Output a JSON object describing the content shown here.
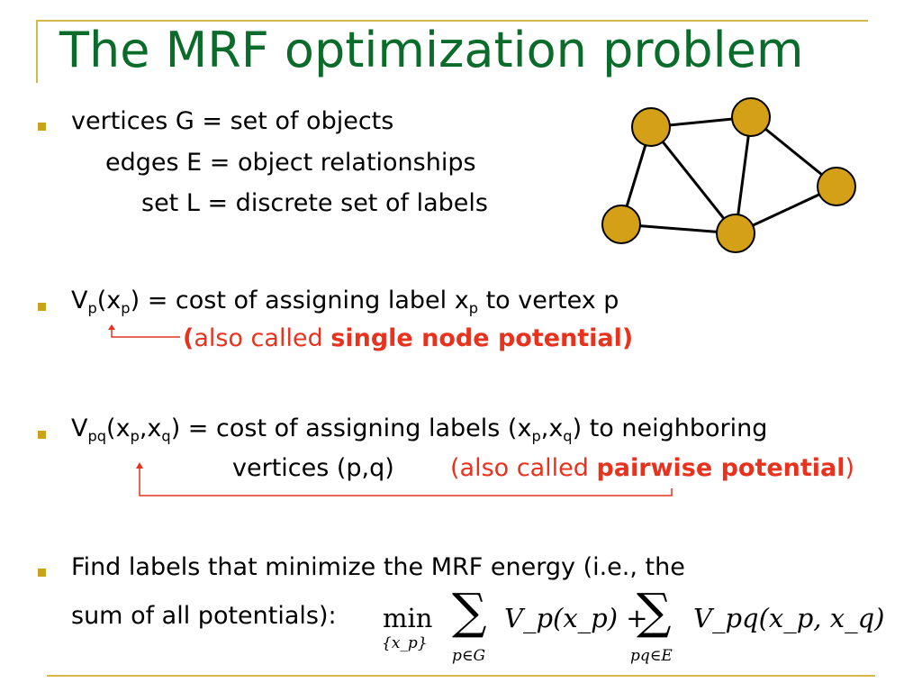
{
  "slide": {
    "title": "The MRF optimization problem",
    "accent_color": "#d4b84a",
    "title_color": "#0b6b2a",
    "highlight_color": "#e8321e"
  },
  "bullet1": {
    "line1": "vertices G = set of objects",
    "line2": "edges E = object relationships",
    "line3": "set L = discrete set of labels"
  },
  "bullet2": {
    "V": "V",
    "p": "p",
    "open": "(x",
    "close": ")",
    "text_mid": " = cost of assigning label x",
    "text_end": " to vertex p",
    "note_open": "(",
    "note_prefix": "also called ",
    "note_bold": "single node potential)"
  },
  "bullet3": {
    "V": "V",
    "pq": "pq",
    "p": "p",
    "q": "q",
    "open": "(x",
    "comma_x": ",x",
    "text_mid": ") = cost of assigning labels (x",
    "text_end": ")  to neighboring",
    "line2": "vertices (p,q)",
    "note_prefix": "(also called ",
    "note_bold": "pairwise potential",
    "note_close": ")"
  },
  "bullet4": {
    "line1": "Find labels that minimize the MRF energy (i.e., the",
    "line2": "sum of all potentials):"
  },
  "formula": {
    "min": "min",
    "min_sub": "{x_p}",
    "sum1_sub": "p∈G",
    "term1": "V_p(x_p) +",
    "sum2_sub": "pq∈E",
    "term2": "V_pq(x_p, x_q)"
  },
  "graph": {
    "node_color": "#d4a017"
  }
}
